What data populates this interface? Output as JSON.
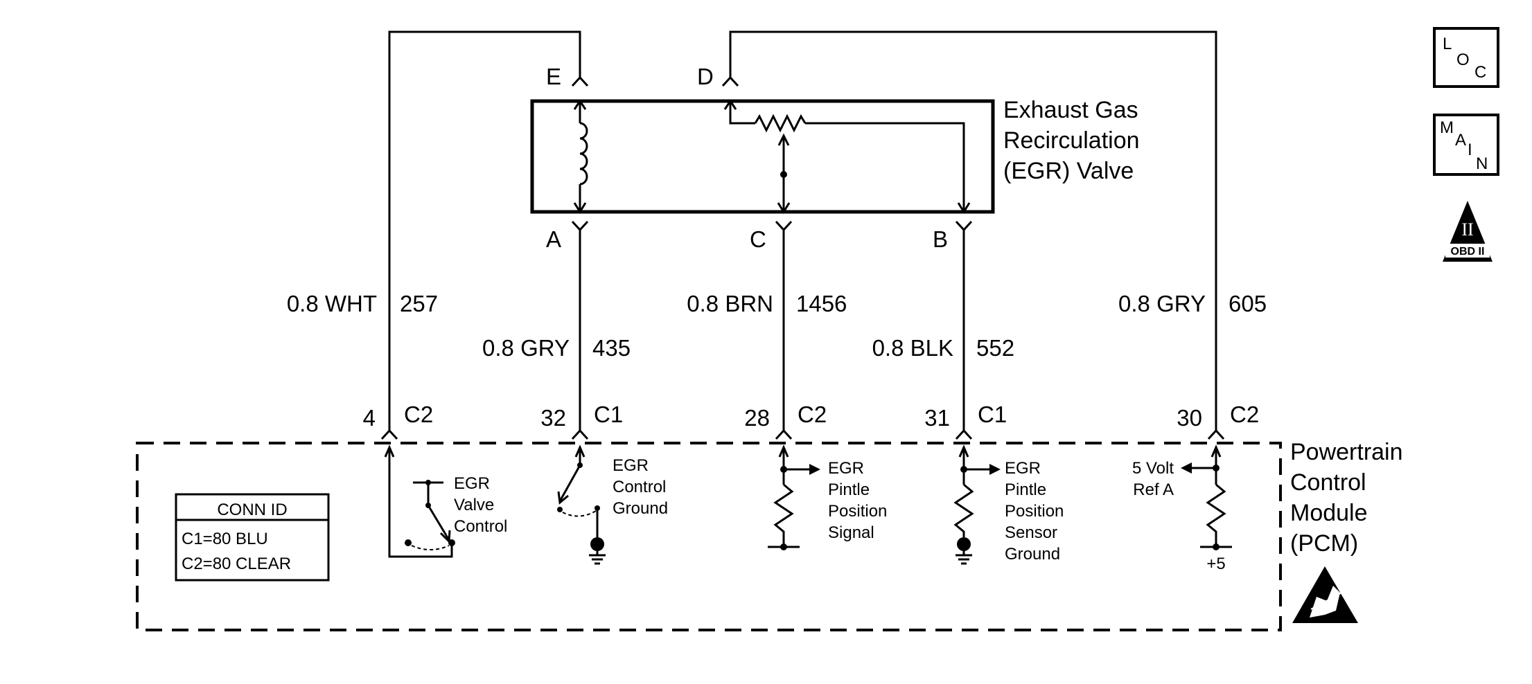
{
  "egr_valve": {
    "title_lines": [
      "Exhaust Gas",
      "Recirculation",
      "(EGR) Valve"
    ],
    "pins": {
      "E": "E",
      "D": "D",
      "A": "A",
      "C": "C",
      "B": "B"
    }
  },
  "wires": {
    "w257": {
      "gauge": "0.8 WHT",
      "circuit": "257"
    },
    "w435": {
      "gauge": "0.8 GRY",
      "circuit": "435"
    },
    "w1456": {
      "gauge": "0.8 BRN",
      "circuit": "1456"
    },
    "w552": {
      "gauge": "0.8 BLK",
      "circuit": "552"
    },
    "w605": {
      "gauge": "0.8 GRY",
      "circuit": "605"
    }
  },
  "pcm_pins": {
    "p4": {
      "pin": "4",
      "conn": "C2"
    },
    "p32": {
      "pin": "32",
      "conn": "C1"
    },
    "p28": {
      "pin": "28",
      "conn": "C2"
    },
    "p31": {
      "pin": "31",
      "conn": "C1"
    },
    "p30": {
      "pin": "30",
      "conn": "C2"
    }
  },
  "pcm": {
    "title_lines": [
      "Powertrain",
      "Control",
      "Module",
      "(PCM)"
    ],
    "circuits": {
      "valve_control": [
        "EGR",
        "Valve",
        "Control"
      ],
      "control_ground": [
        "EGR",
        "Control",
        "Ground"
      ],
      "pintle_signal": [
        "EGR",
        "Pintle",
        "Position",
        "Signal"
      ],
      "pintle_ground": [
        "EGR",
        "Pintle",
        "Position",
        "Sensor",
        "Ground"
      ],
      "ref": [
        "5 Volt",
        "Ref A"
      ],
      "plus5": "+5"
    }
  },
  "conn_id": {
    "title": "CONN ID",
    "lines": [
      "C1=80 BLU",
      "C2=80 CLEAR"
    ]
  },
  "side_icons": {
    "loc": {
      "a": "L",
      "b": "O",
      "c": "C"
    },
    "main": {
      "a": "M",
      "b": "A",
      "c": "I",
      "d": "N"
    },
    "obd": {
      "numeral": "II",
      "label": "OBD II"
    }
  }
}
